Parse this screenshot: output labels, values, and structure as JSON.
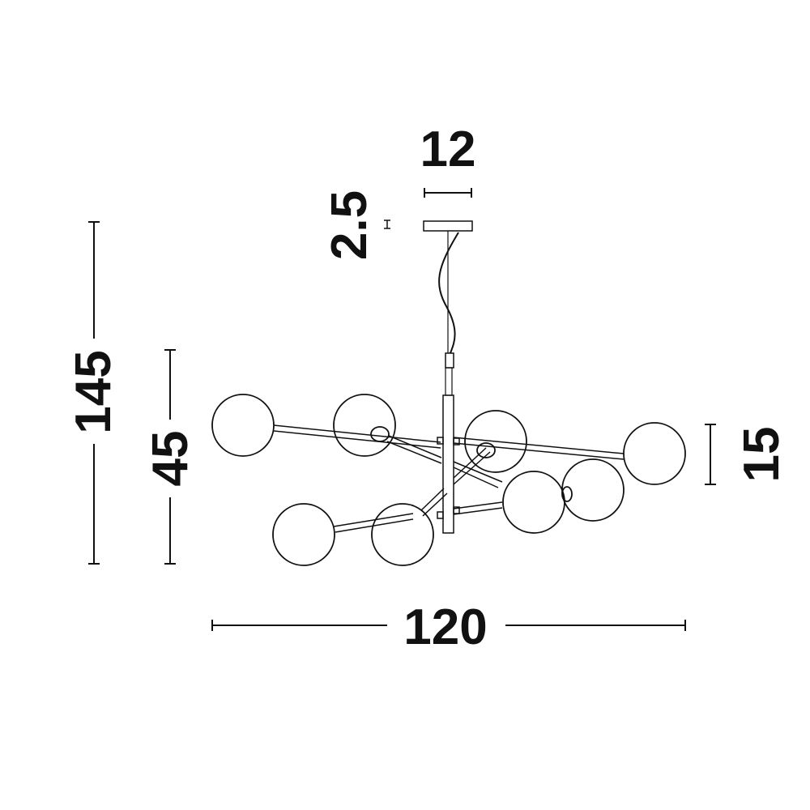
{
  "diagram": {
    "type": "product dimension drawing",
    "subject": "8-globe pendant chandelier",
    "units_shown": "none (dimension values only)",
    "dimensions": {
      "overall_height": "145",
      "body_height": "45",
      "canopy_width": "12",
      "canopy_height": "2.5",
      "globe_diameter": "15",
      "overall_width": "120"
    },
    "globe_count": 8,
    "colors": {
      "line": "#111111",
      "background": "#ffffff"
    }
  }
}
